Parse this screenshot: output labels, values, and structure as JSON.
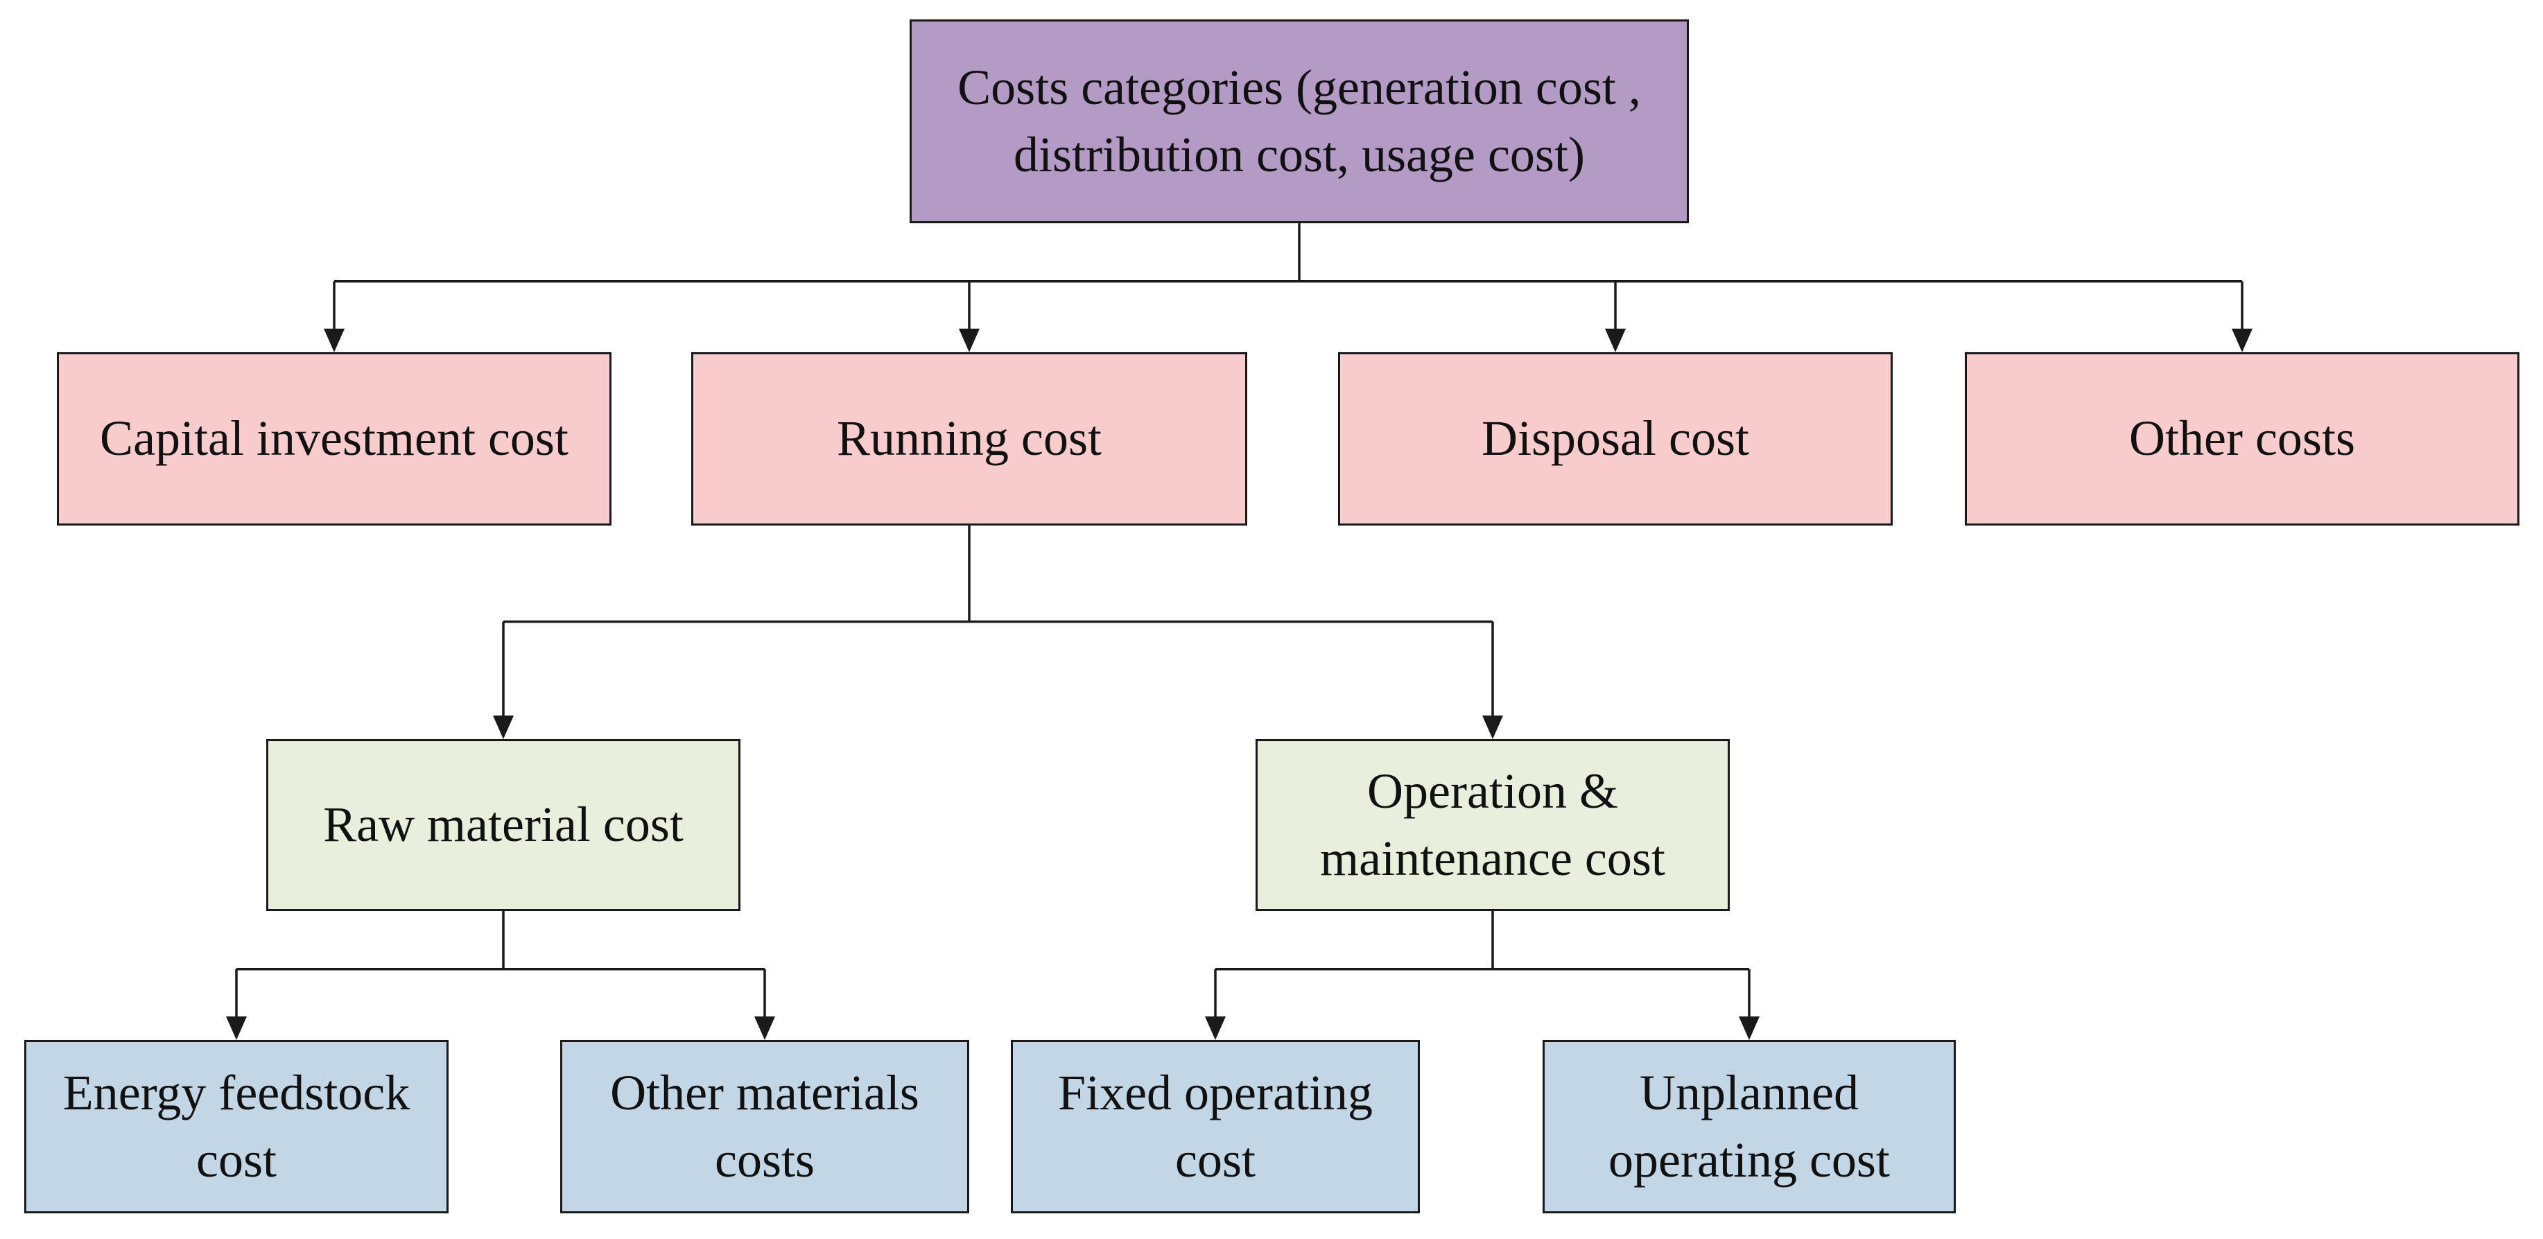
{
  "colors": {
    "root_fill": "#b39bc6",
    "level1_fill": "#f8cbcc",
    "level2_fill": "#e9efdc",
    "level3_fill": "#c3d6e5",
    "line": "#1a1a1a"
  },
  "nodes": {
    "root": {
      "text": "Costs categories (generation cost , distribution cost, usage cost)"
    },
    "capital": {
      "text": "Capital investment cost"
    },
    "running": {
      "text": "Running cost"
    },
    "disposal": {
      "text": "Disposal cost"
    },
    "other_costs": {
      "text": "Other costs"
    },
    "raw_material": {
      "text": "Raw material cost"
    },
    "om": {
      "text": "Operation & maintenance cost"
    },
    "energy_feedstock": {
      "text": "Energy feedstock cost"
    },
    "other_materials": {
      "text": "Other materials costs"
    },
    "fixed_operating": {
      "text": "Fixed operating cost"
    },
    "unplanned_operating": {
      "text": "Unplanned operating cost"
    }
  },
  "edges": [
    {
      "from": "root",
      "to": "capital"
    },
    {
      "from": "root",
      "to": "running"
    },
    {
      "from": "root",
      "to": "disposal"
    },
    {
      "from": "root",
      "to": "other_costs"
    },
    {
      "from": "running",
      "to": "raw_material"
    },
    {
      "from": "running",
      "to": "om"
    },
    {
      "from": "raw_material",
      "to": "energy_feedstock"
    },
    {
      "from": "raw_material",
      "to": "other_materials"
    },
    {
      "from": "om",
      "to": "fixed_operating"
    },
    {
      "from": "om",
      "to": "unplanned_operating"
    }
  ]
}
